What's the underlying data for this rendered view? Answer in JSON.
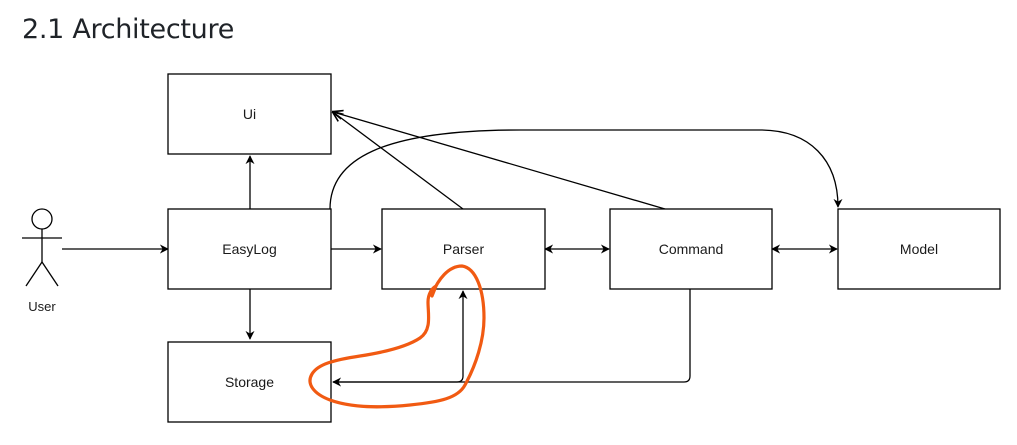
{
  "heading": "2.1 Architecture",
  "diagram": {
    "nodes": {
      "ui": "Ui",
      "easylog": "EasyLog",
      "parser": "Parser",
      "command": "Command",
      "model": "Model",
      "storage": "Storage"
    },
    "actor": "User",
    "annotation_color": "#f15a12"
  }
}
